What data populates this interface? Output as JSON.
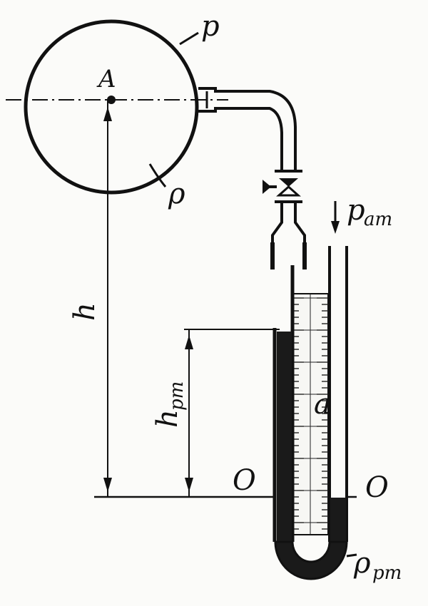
{
  "labels": {
    "p": "p",
    "point_a": "A",
    "rho": "ρ",
    "h": "h",
    "h_rm_main": "h",
    "h_rm_sub": "рт",
    "p_am_main": "p",
    "p_am_sub": "ат",
    "a": "a",
    "zero_left": "O",
    "zero_right": "O",
    "rho_rm_main": "ρ",
    "rho_rm_sub": "рт"
  },
  "colors": {
    "ink": "#111111",
    "fluid": "#1a1a1a",
    "paper": "#fbfbf9"
  }
}
